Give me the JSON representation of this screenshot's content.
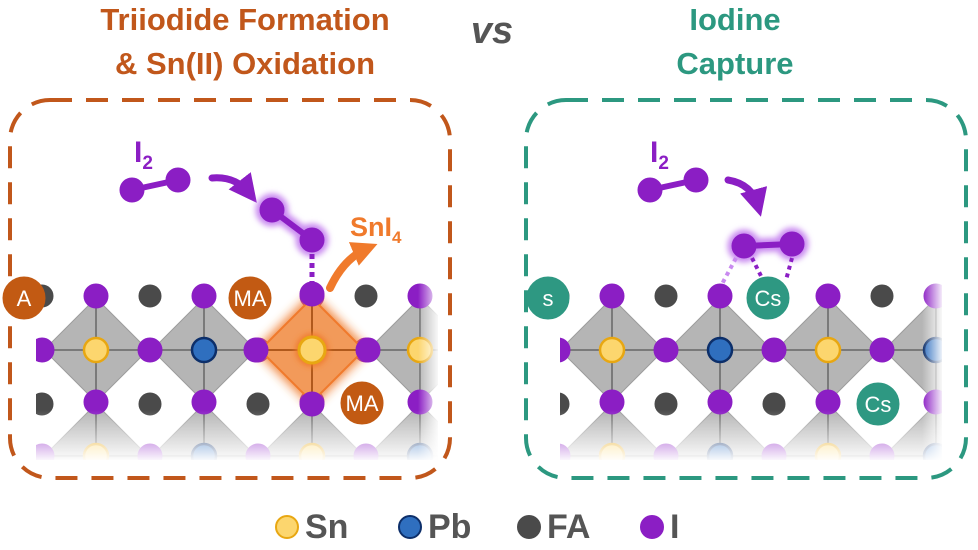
{
  "left_panel": {
    "title_line1": "Triiodide Formation",
    "title_line2": "& Sn(II) Oxidation",
    "molecule_label": "I",
    "molecule_subscript": "2",
    "product_label": "SnI",
    "product_subscript": "4",
    "cation_label": "MA",
    "cation_edge_label": "A"
  },
  "vs_label": "vs",
  "right_panel": {
    "title_line1": "Iodine",
    "title_line2": "Capture",
    "molecule_label": "I",
    "molecule_subscript": "2",
    "cation_label": "Cs",
    "cation_edge_label": "s"
  },
  "legend": [
    {
      "label": "Sn",
      "icon": "sn-atom-icon",
      "color": "#fcd66e",
      "border": "#e8a712"
    },
    {
      "label": "Pb",
      "icon": "pb-atom-icon",
      "color": "#2f6fbf",
      "border": "#0d2f6a"
    },
    {
      "label": "FA",
      "icon": "fa-cation-icon",
      "color": "#4a4a4a",
      "border": "#4a4a4a"
    },
    {
      "label": "I",
      "icon": "iodine-atom-icon",
      "color": "#8b1ec4",
      "border": "#8b1ec4"
    }
  ],
  "colors": {
    "left_accent": "#c1571b",
    "right_accent": "#2c9880",
    "iodine": "#8b1ec4",
    "ma_cation": "#c25a13",
    "cs_cation": "#2e9882",
    "octahedron": "#b5b5b5",
    "highlight_glow": "#f07a2c"
  }
}
